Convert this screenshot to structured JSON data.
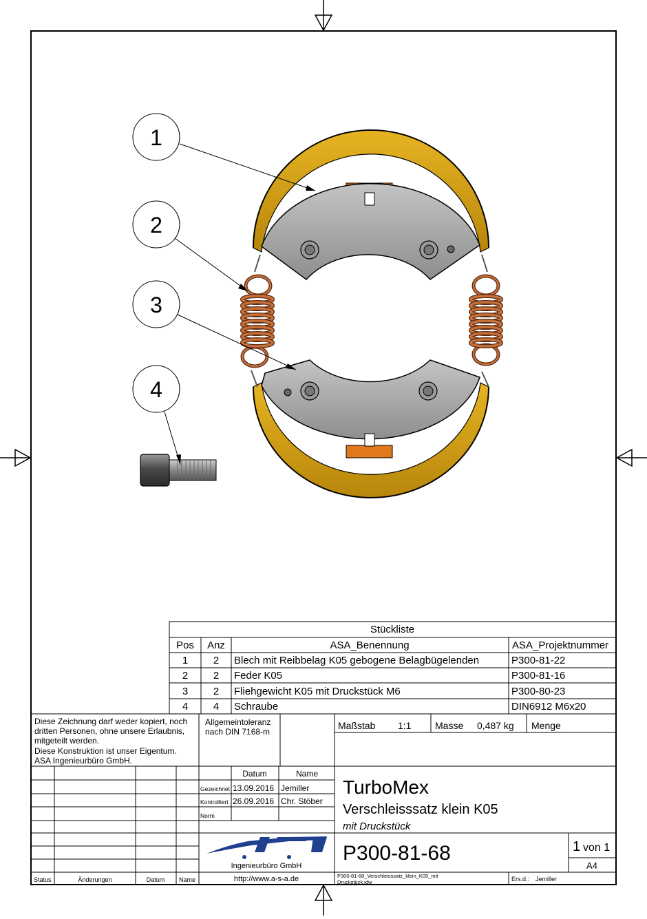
{
  "callouts": [
    "1",
    "2",
    "3",
    "4"
  ],
  "parts_list": {
    "title": "Stückliste",
    "headers": [
      "Pos",
      "Anz",
      "ASA_Benennung",
      "ASA_Projektnummer"
    ],
    "rows": [
      [
        "1",
        "2",
        "Blech mit Reibbelag K05 gebogene Belagbügelenden",
        "P300-81-22"
      ],
      [
        "2",
        "2",
        "Feder K05",
        "P300-81-16"
      ],
      [
        "3",
        "2",
        "Fliehgewicht K05 mit Druckstück M6",
        "P300-80-23"
      ],
      [
        "4",
        "4",
        "Schraube",
        "DIN6912 M6x20"
      ]
    ]
  },
  "notice": {
    "line1": "Diese Zeichnung darf weder kopiert, noch",
    "line2": "dritten Personen, ohne unsere Erlaubnis,",
    "line3": "mitgeteilt werden.",
    "line4": "Diese Konstruktion ist unser Eigentum.",
    "line5": "ASA Ingenieurbüro GmbH."
  },
  "tolerance": {
    "line1": "Allgemeintoleranz",
    "line2": "nach DIN 7168-m"
  },
  "scale": {
    "label": "Maßstab",
    "value": "1:1"
  },
  "mass": {
    "label": "Masse",
    "value": "0,487 kg"
  },
  "quantity_label": "Menge",
  "approval": {
    "datum_label": "Datum",
    "name_label": "Name",
    "drawn_label": "Gezeichnet",
    "drawn_date": "13.09.2016",
    "drawn_name": "Jemiller",
    "checked_label": "Kontrolliert",
    "checked_date": "26.09.2016",
    "checked_name": "Chr. Stöber",
    "norm_label": "Norm"
  },
  "revision_headers": [
    "Status",
    "Änderungen",
    "Datum",
    "Name"
  ],
  "title": {
    "project": "TurboMex",
    "name": "Verschleisssatz klein K05",
    "sub": "mit Druckstück"
  },
  "drawing_number": "P300-81-68",
  "sheet": {
    "number": "1",
    "of": "von 1",
    "format": "A4"
  },
  "company": {
    "tagline": "Ingenieurbüro GmbH",
    "url": "http://www.a-s-a.de"
  },
  "file": {
    "line1": "P300-81-68_Verschleisssatz_klein_K05_mit",
    "line2": "Druckstück.idw"
  },
  "replaced_by": {
    "label": "Ers.d.:",
    "value": "Jemiller"
  },
  "colors": {
    "lining": "#d4a017",
    "spring": "#b5602a",
    "plate": "#a8a8a8",
    "label_orange": "#e0781c"
  }
}
